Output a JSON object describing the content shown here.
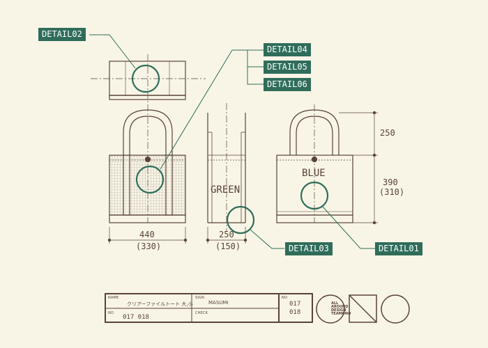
{
  "details": {
    "d01": "DETAIL01",
    "d02": "DETAIL02",
    "d03": "DETAIL03",
    "d04": "DETAIL04",
    "d05": "DETAIL05",
    "d06": "DETAIL06"
  },
  "dimensions": {
    "front_width": "440",
    "front_width_alt": "(330)",
    "side_width": "250",
    "side_width_alt": "(150)",
    "handle_height": "250",
    "body_height": "390",
    "body_height_alt": "(310)"
  },
  "bag_labels": {
    "green": "GREEN",
    "blue": "BLUE"
  },
  "title_block": {
    "name_label": "NAME",
    "name_value": "クリアーファイルトート 大,小",
    "sign_label": "SIGN",
    "sign_value": "MASUMI",
    "no_label_top": "NO",
    "no_values_top": [
      "017",
      "018"
    ],
    "no_label_bottom": "NO",
    "no_value_bottom": "017  018",
    "check_label": "CHECK"
  },
  "logo": {
    "lines": [
      "ALL",
      "AROUND",
      "DESIGN",
      "TEAMONO"
    ]
  },
  "colors": {
    "ink": "#5a4238",
    "accent": "#2f6d5a",
    "paper": "#f8f5e6"
  }
}
